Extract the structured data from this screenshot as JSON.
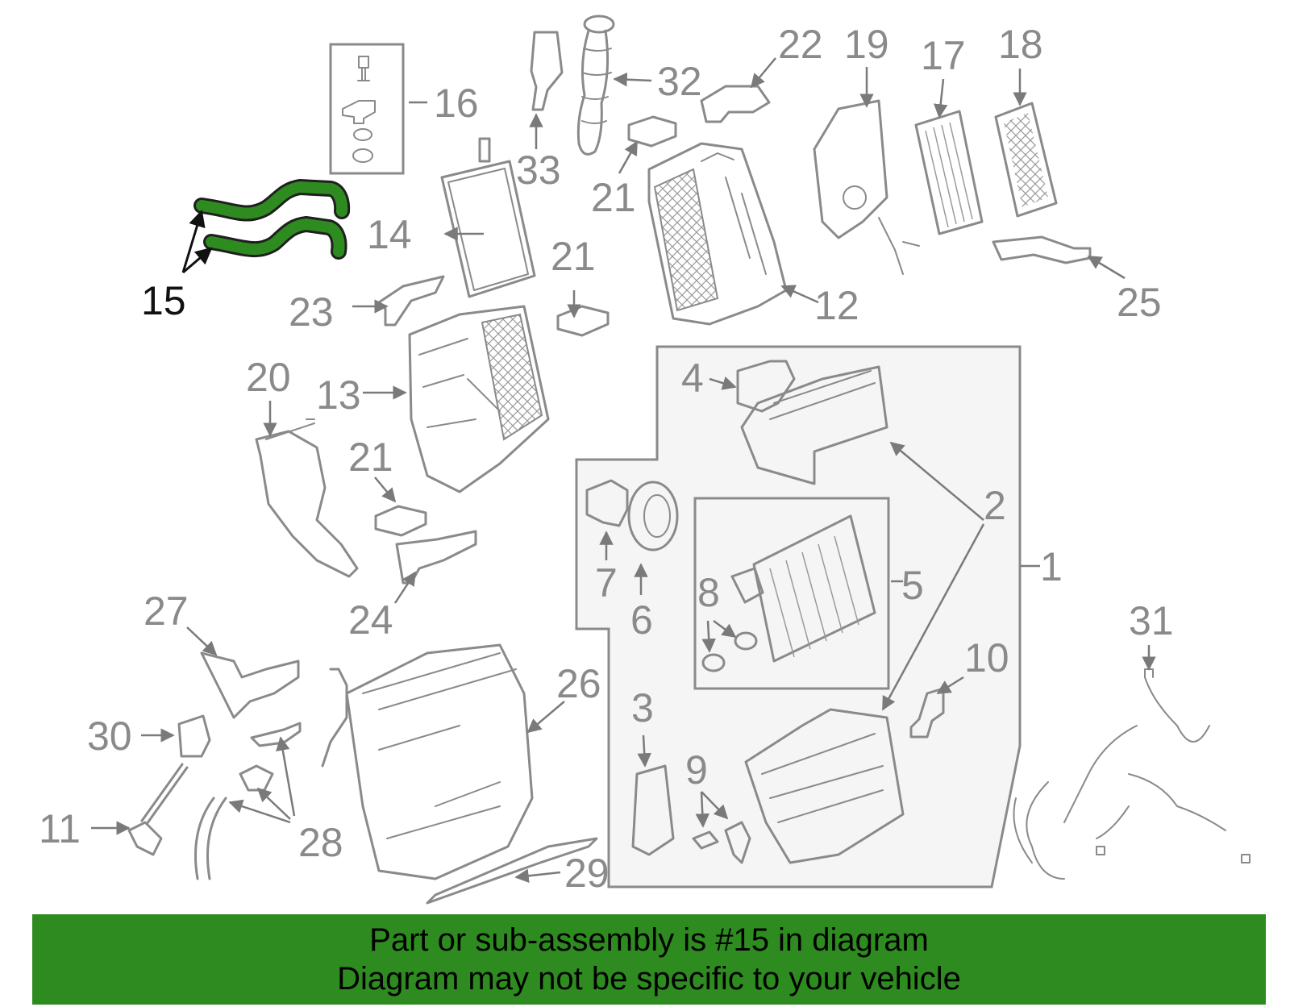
{
  "highlight_color": "#2e8b1f",
  "highlighted_part": "15",
  "callouts": {
    "c1": "1",
    "c2": "2",
    "c3": "3",
    "c4": "4",
    "c5": "5",
    "c6": "6",
    "c7": "7",
    "c8": "8",
    "c9": "9",
    "c10": "10",
    "c11": "11",
    "c12": "12",
    "c13": "13",
    "c14": "14",
    "c15": "15",
    "c16": "16",
    "c17": "17",
    "c18": "18",
    "c19": "19",
    "c20": "20",
    "c21": "21",
    "c22": "22",
    "c23": "23",
    "c24": "24",
    "c25": "25",
    "c26": "26",
    "c27": "27",
    "c28": "28",
    "c29": "29",
    "c30": "30",
    "c31": "31",
    "c32": "32",
    "c33": "33"
  },
  "footer": {
    "line1": "Part or sub-assembly is #15 in diagram",
    "line2": "Diagram may not be specific to your vehicle"
  }
}
